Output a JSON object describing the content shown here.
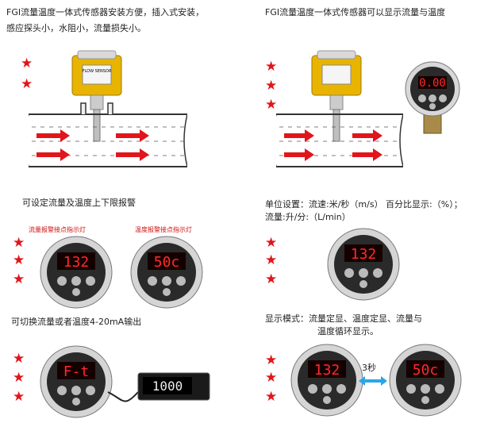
{
  "colors": {
    "star": "#e0161c",
    "arrow": "#e0161c",
    "led": "#ff2a2a",
    "sensor_head": "#e8b400",
    "link_arrow": "#2aa6e8"
  },
  "captions": {
    "top_left_line1": "FGI流量温度一体式传感器安装方便，插入式安装，",
    "top_left_line2": "感应探头小，水阻小，流量损失小。",
    "top_right": "FGI流量温度一体式传感器可以显示流量与温度",
    "mid_left": "可设定流量及温度上下限报警",
    "mid_right_line1": "单位设置：流速:米/秒（m/s）  百分比显示:（%）；",
    "mid_right_line2": "流量:升/分:（L/min）",
    "bottom_left": "可切换流量或者温度4-20mA输出",
    "bottom_right_line1": "显示模式：流量定显、温度定显、流量与",
    "bottom_right_line2": "温度循环显示。"
  },
  "displays": {
    "top_right_value": "0.00",
    "alarm_flow_value": "132",
    "alarm_temp_value": "50c",
    "unit_value": "132",
    "output_value": "F-t",
    "meter_value": "1000",
    "cycle_flow_value": "132",
    "cycle_temp_value": "50c"
  },
  "labels": {
    "flow_alarm_led": "流量报警接点指示灯",
    "temp_alarm_led": "温度报警接点指示灯",
    "cycle_interval": "3秒",
    "sensor_brand": "FLOW SENSOR"
  }
}
